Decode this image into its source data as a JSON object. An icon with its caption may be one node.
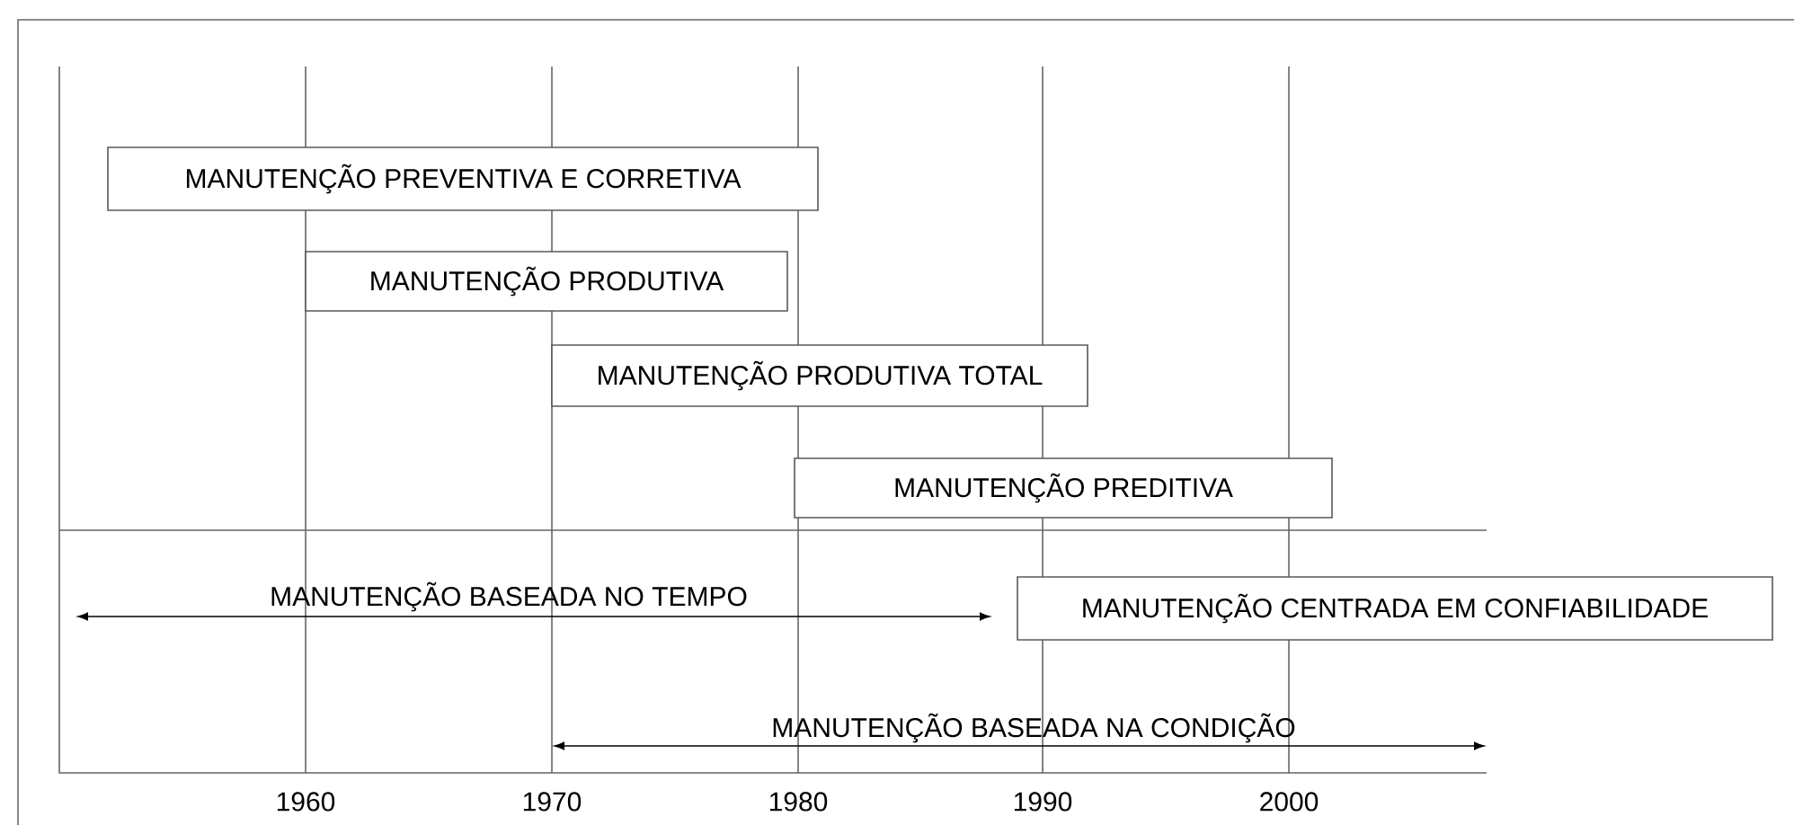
{
  "diagram": {
    "nodes": [
      {
        "text": [
          "MANUTENÇÃO PREVENTIVA E CORRETIVA"
        ]
      },
      {
        "text": [
          "MANUTENÇÃO PRODUTIVA"
        ]
      },
      {
        "text": [
          "MANUTENÇÃO PRODUTIVA TOTAL"
        ]
      },
      {
        "text": [
          "MANUTENÇÃO PREDITIVA"
        ]
      },
      {
        "text": [
          "MANUTENÇÃO CENTRADA EM CONFIABILIDADE"
        ]
      }
    ],
    "labels": [
      "MANUTENÇÃO BASEADA NO TEMPO",
      "MANUTENÇÃO BASEADA NA CONDIÇÃO",
      "1960",
      "1970",
      "1980",
      "1990",
      "2000"
    ]
  }
}
